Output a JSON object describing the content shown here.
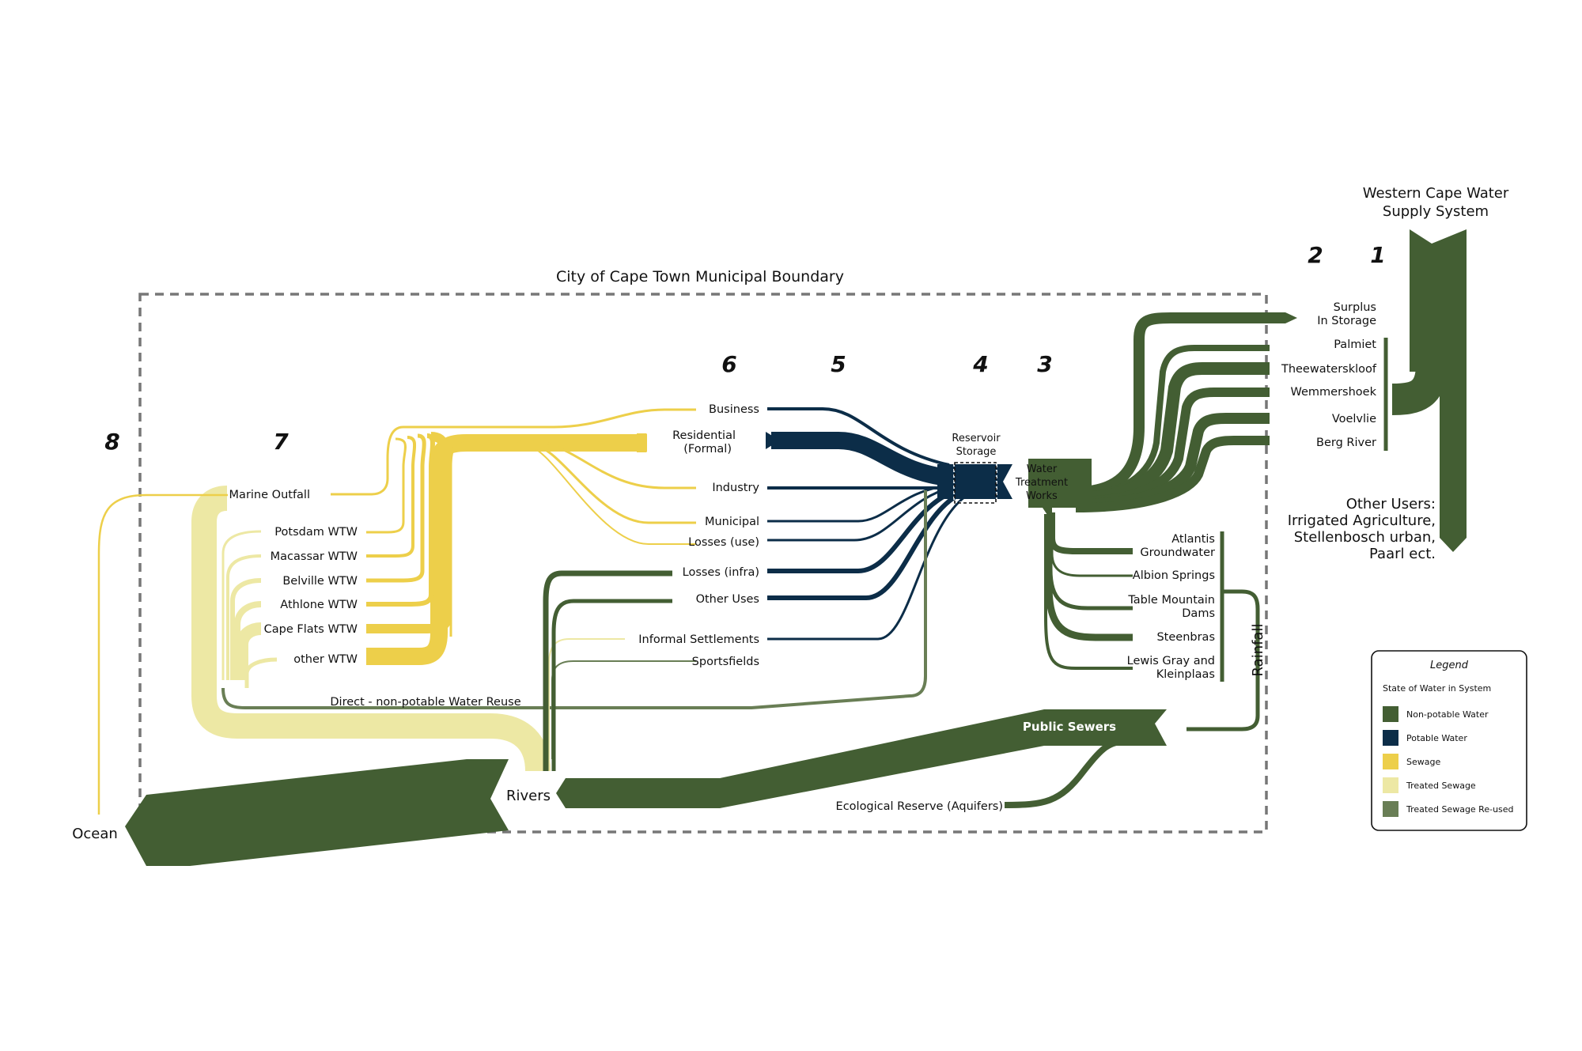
{
  "title": "City of Cape Town Municipal Boundary",
  "wcwss": {
    "line1": "Western Cape Water",
    "line2": "Supply System"
  },
  "stages": [
    "1",
    "2",
    "3",
    "4",
    "5",
    "6",
    "7",
    "8"
  ],
  "sources": {
    "surplus": {
      "line1": "Surplus",
      "line2": "In Storage"
    },
    "palmiet": "Palmiet",
    "theewaterskloof": "Theewaterskloof",
    "wemmershoek": "Wemmershoek",
    "voelvlie": "Voelvlie",
    "berg_river": "Berg River"
  },
  "other_users": {
    "line1": "Other Users:",
    "line2": "Irrigated Agriculture,",
    "line3": "Stellenbosch urban,",
    "line4": "Paarl ect."
  },
  "wtw": {
    "line1": "Water",
    "line2": "Treatment",
    "line3": "Works"
  },
  "reservoir": {
    "line1": "Reservoir",
    "line2": "Storage"
  },
  "local_sources": {
    "atlantis": {
      "line1": "Atlantis",
      "line2": "Groundwater"
    },
    "albion": "Albion Springs",
    "table_mountain": {
      "line1": "Table Mountain",
      "line2": "Dams"
    },
    "steenbras": "Steenbras",
    "lewis": {
      "line1": "Lewis Gray and",
      "line2": "Kleinplaas"
    }
  },
  "rainfall": "Rainfall",
  "uses": {
    "business": "Business",
    "residential": {
      "line1": "Residential",
      "line2": "(Formal)"
    },
    "industry": "Industry",
    "municipal": "Municipal",
    "losses_use": "Losses (use)",
    "losses_infra": "Losses (infra)",
    "other_uses": "Other Uses",
    "informal": "Informal Settlements",
    "sportsfields": "Sportsfields"
  },
  "treatment": {
    "marine_outfall": "Marine Outfall",
    "potsdam": "Potsdam WTW",
    "macassar": "Macassar WTW",
    "belville": "Belville WTW",
    "athlone": "Athlone WTW",
    "cape_flats": "Cape Flats WTW",
    "other": "other WTW"
  },
  "reuse": "Direct - non-potable Water Reuse",
  "public_sewers": "Public Sewers",
  "rivers": "Rivers",
  "ocean": "Ocean",
  "ecological": "Ecological Reserve (Aquifers)",
  "legend": {
    "title": "Legend",
    "subtitle": "State of Water in System",
    "items": [
      {
        "label": "Non-potable Water",
        "color": "#435e33"
      },
      {
        "label": "Potable Water",
        "color": "#0c2d48"
      },
      {
        "label": "Sewage",
        "color": "#edcf4a"
      },
      {
        "label": "Treated Sewage",
        "color": "#ede8a4"
      },
      {
        "label": "Treated Sewage Re-used",
        "color": "#697e55"
      }
    ]
  },
  "colors": {
    "non_potable": "#435e33",
    "potable": "#0c2d48",
    "sewage": "#edcf4a",
    "treated": "#ede8a4",
    "reused": "#697e55",
    "boundary": "#777777"
  }
}
